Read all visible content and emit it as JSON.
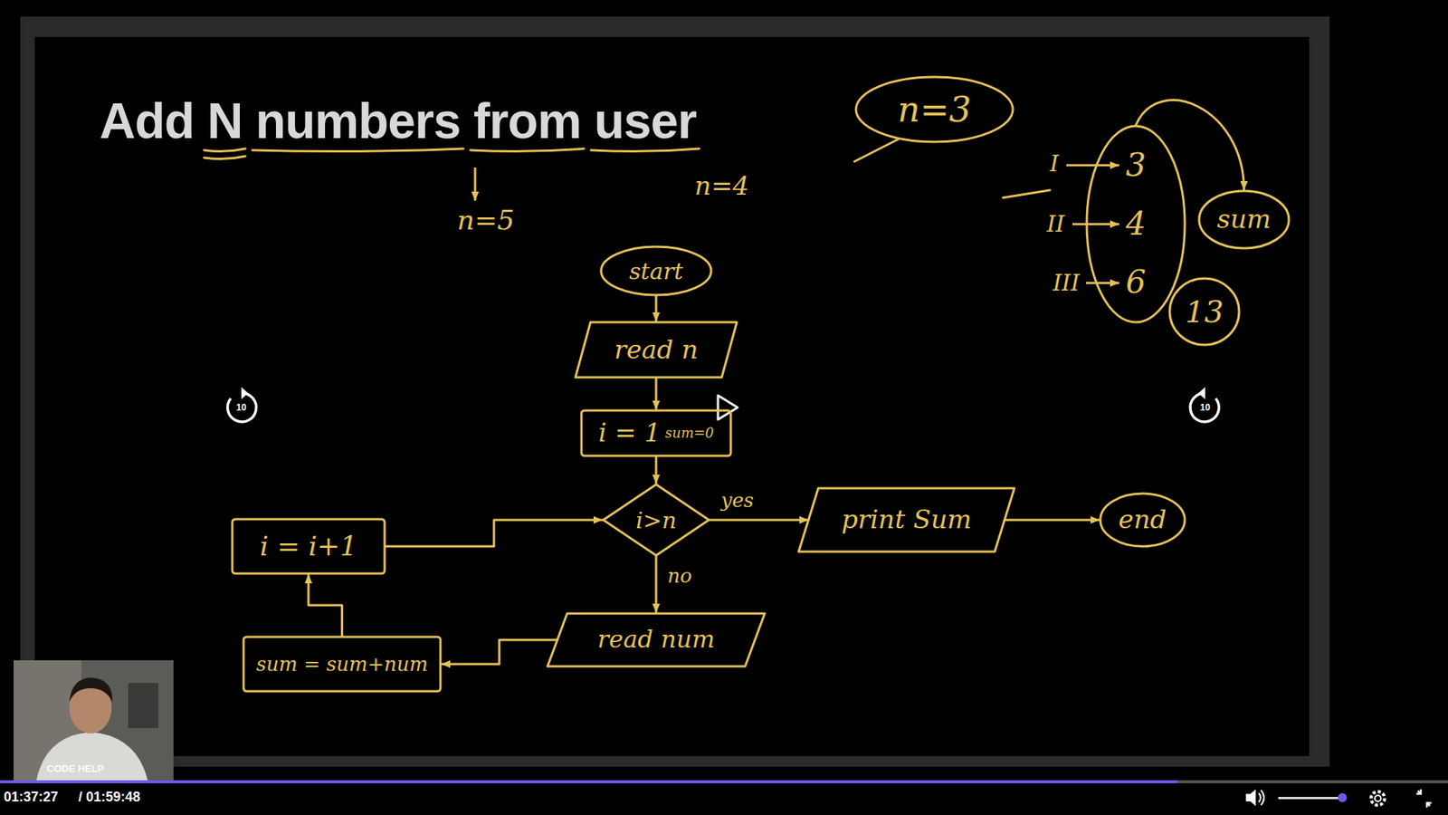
{
  "diagram": {
    "title": "Add N numbers from user",
    "nodes": [
      {
        "text": [
          "n=3"
        ]
      },
      {
        "text": [
          "3",
          "4",
          "6"
        ]
      },
      {
        "text": [
          "sum"
        ]
      },
      {
        "text": [
          "13"
        ]
      },
      {
        "text": [
          "start"
        ]
      },
      {
        "text": [
          "read n"
        ]
      },
      {
        "text": [
          "i = 1",
          "sum=0"
        ]
      },
      {
        "text": [
          "i = i+1"
        ]
      },
      {
        "text": [
          "i>n"
        ]
      },
      {
        "text": [
          "print Sum"
        ]
      },
      {
        "text": [
          "end"
        ]
      },
      {
        "text": [
          "read num"
        ]
      },
      {
        "text": [
          "sum = sum+num"
        ]
      }
    ],
    "edges": [
      {
        "from": 4,
        "to": 5,
        "arrow": "to"
      },
      {
        "from": 5,
        "to": 6,
        "arrow": "to"
      },
      {
        "from": 6,
        "to": 8,
        "arrow": "to"
      },
      {
        "from": 8,
        "to": 9,
        "label": "yes",
        "arrow": "to"
      },
      {
        "from": 9,
        "to": 10,
        "arrow": "to"
      },
      {
        "from": 8,
        "to": 11,
        "label": "no",
        "arrow": "to"
      },
      {
        "from": 11,
        "to": 12,
        "arrow": "to"
      },
      {
        "from": 12,
        "to": 7,
        "arrow": "to"
      },
      {
        "from": 7,
        "to": 8,
        "arrow": "to"
      },
      {
        "from": 1,
        "to": 2,
        "arrow": "to"
      }
    ],
    "labels": [
      "n=5",
      "n=4",
      "I",
      "II",
      "III",
      "10",
      "10",
      "CODE HELP",
      "01:37:27",
      "/ 01:59:48"
    ]
  }
}
